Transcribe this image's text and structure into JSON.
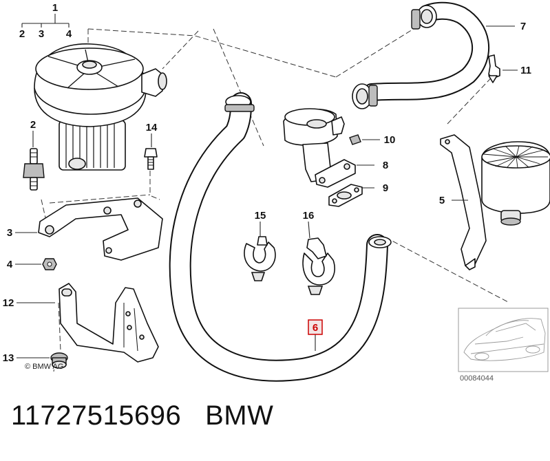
{
  "callouts": {
    "c1": "1",
    "c2a": "2",
    "c3a": "3",
    "c4a": "4",
    "c2": "2",
    "c14": "14",
    "c3": "3",
    "c4": "4",
    "c12": "12",
    "c13": "13",
    "c15": "15",
    "c16": "16",
    "c6": "6",
    "c7": "7",
    "c11": "11",
    "c10": "10",
    "c8": "8",
    "c9": "9",
    "c5": "5"
  },
  "copyright": "© BMW AG",
  "image_id": "00084044",
  "footer": {
    "part_number": "11727515696",
    "brand": "BMW"
  },
  "highlight": {
    "callout": "6",
    "color": "#cc0000"
  }
}
